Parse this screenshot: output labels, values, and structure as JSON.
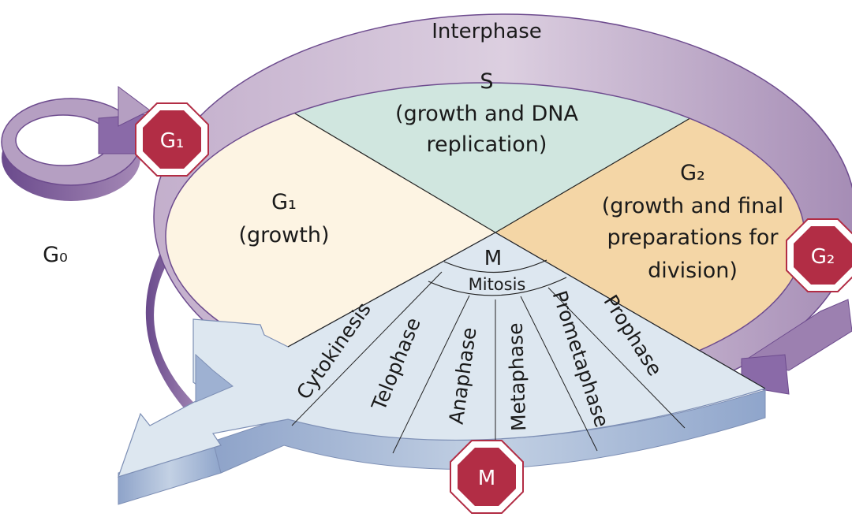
{
  "ring_label": "Interphase",
  "g0_label": "G₀",
  "phases": {
    "s": {
      "title": "S",
      "line1": "(growth and DNA",
      "line2": "replication)"
    },
    "g1": {
      "title": "G₁",
      "line1": "(growth)"
    },
    "g2": {
      "title": "G₂",
      "line1": "(growth and final",
      "line2": "preparations for",
      "line3": "division)"
    },
    "m": {
      "title": "M",
      "subtitle": "Mitosis"
    }
  },
  "mitosis_stages": [
    "Cytokinesis",
    "Telophase",
    "Anaphase",
    "Metaphase",
    "Prometaphase",
    "Prophase"
  ],
  "checkpoints": {
    "g1": "G₁",
    "g2": "G₂",
    "m": "M"
  },
  "colors": {
    "interphase_ring": "#c8b4cf",
    "g1_fill": "#fdf4e3",
    "s_fill": "#d0e6df",
    "g2_fill": "#f4d6a6",
    "mitosis_fill": "#dde7f0",
    "checkpoint_red": "#b22d45"
  }
}
